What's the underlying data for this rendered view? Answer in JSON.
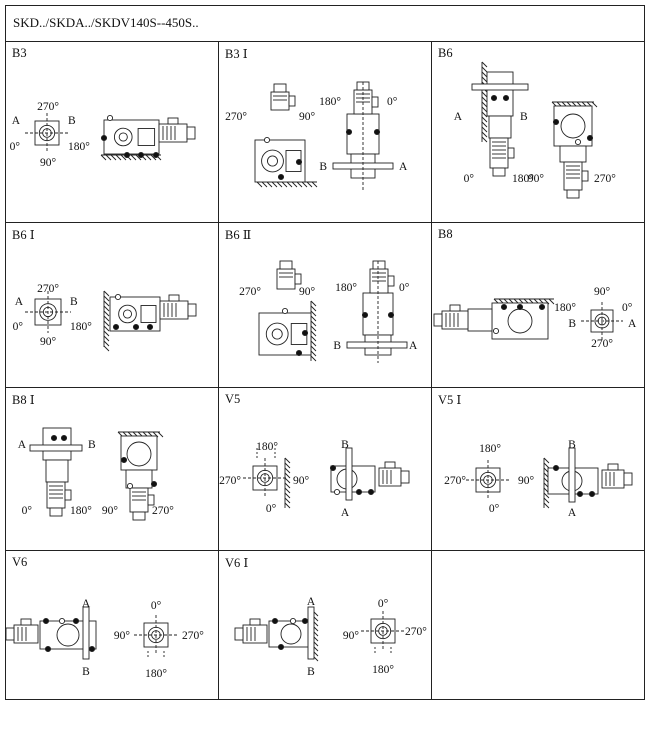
{
  "title": "SKD../SKDA../SKDV140S--450S..",
  "positions": [
    {
      "code": "B3",
      "labels": [
        "270°",
        "A",
        "B",
        "0°",
        "180°",
        "90°"
      ]
    },
    {
      "code": "B3 Ⅰ",
      "labels": [
        "270°",
        "90°",
        "180°",
        "0°",
        "B",
        "A"
      ]
    },
    {
      "code": "B6",
      "labels": [
        "A",
        "B",
        "0°",
        "180°",
        "90°",
        "270°"
      ]
    },
    {
      "code": "B6 Ⅰ",
      "labels": [
        "270°",
        "A",
        "B",
        "0°",
        "180°",
        "90°"
      ]
    },
    {
      "code": "B6 Ⅱ",
      "labels": [
        "270°",
        "90°",
        "180°",
        "0°",
        "B",
        "A"
      ]
    },
    {
      "code": "B8",
      "labels": [
        "90°",
        "180°",
        "0°",
        "B",
        "A",
        "270°"
      ]
    },
    {
      "code": "B8 Ⅰ",
      "labels": [
        "A",
        "B",
        "0°",
        "180°",
        "90°",
        "270°"
      ]
    },
    {
      "code": "V5",
      "labels": [
        "180°",
        "270°",
        "90°",
        "0°",
        "B",
        "A"
      ]
    },
    {
      "code": "V5 Ⅰ",
      "labels": [
        "180°",
        "270°",
        "90°",
        "0°",
        "B",
        "A"
      ]
    },
    {
      "code": "V6",
      "labels": [
        "A",
        "B",
        "0°",
        "90°",
        "270°",
        "180°"
      ]
    },
    {
      "code": "V6 Ⅰ",
      "labels": [
        "A",
        "B",
        "0°",
        "90°",
        "270°",
        "180°"
      ]
    }
  ]
}
